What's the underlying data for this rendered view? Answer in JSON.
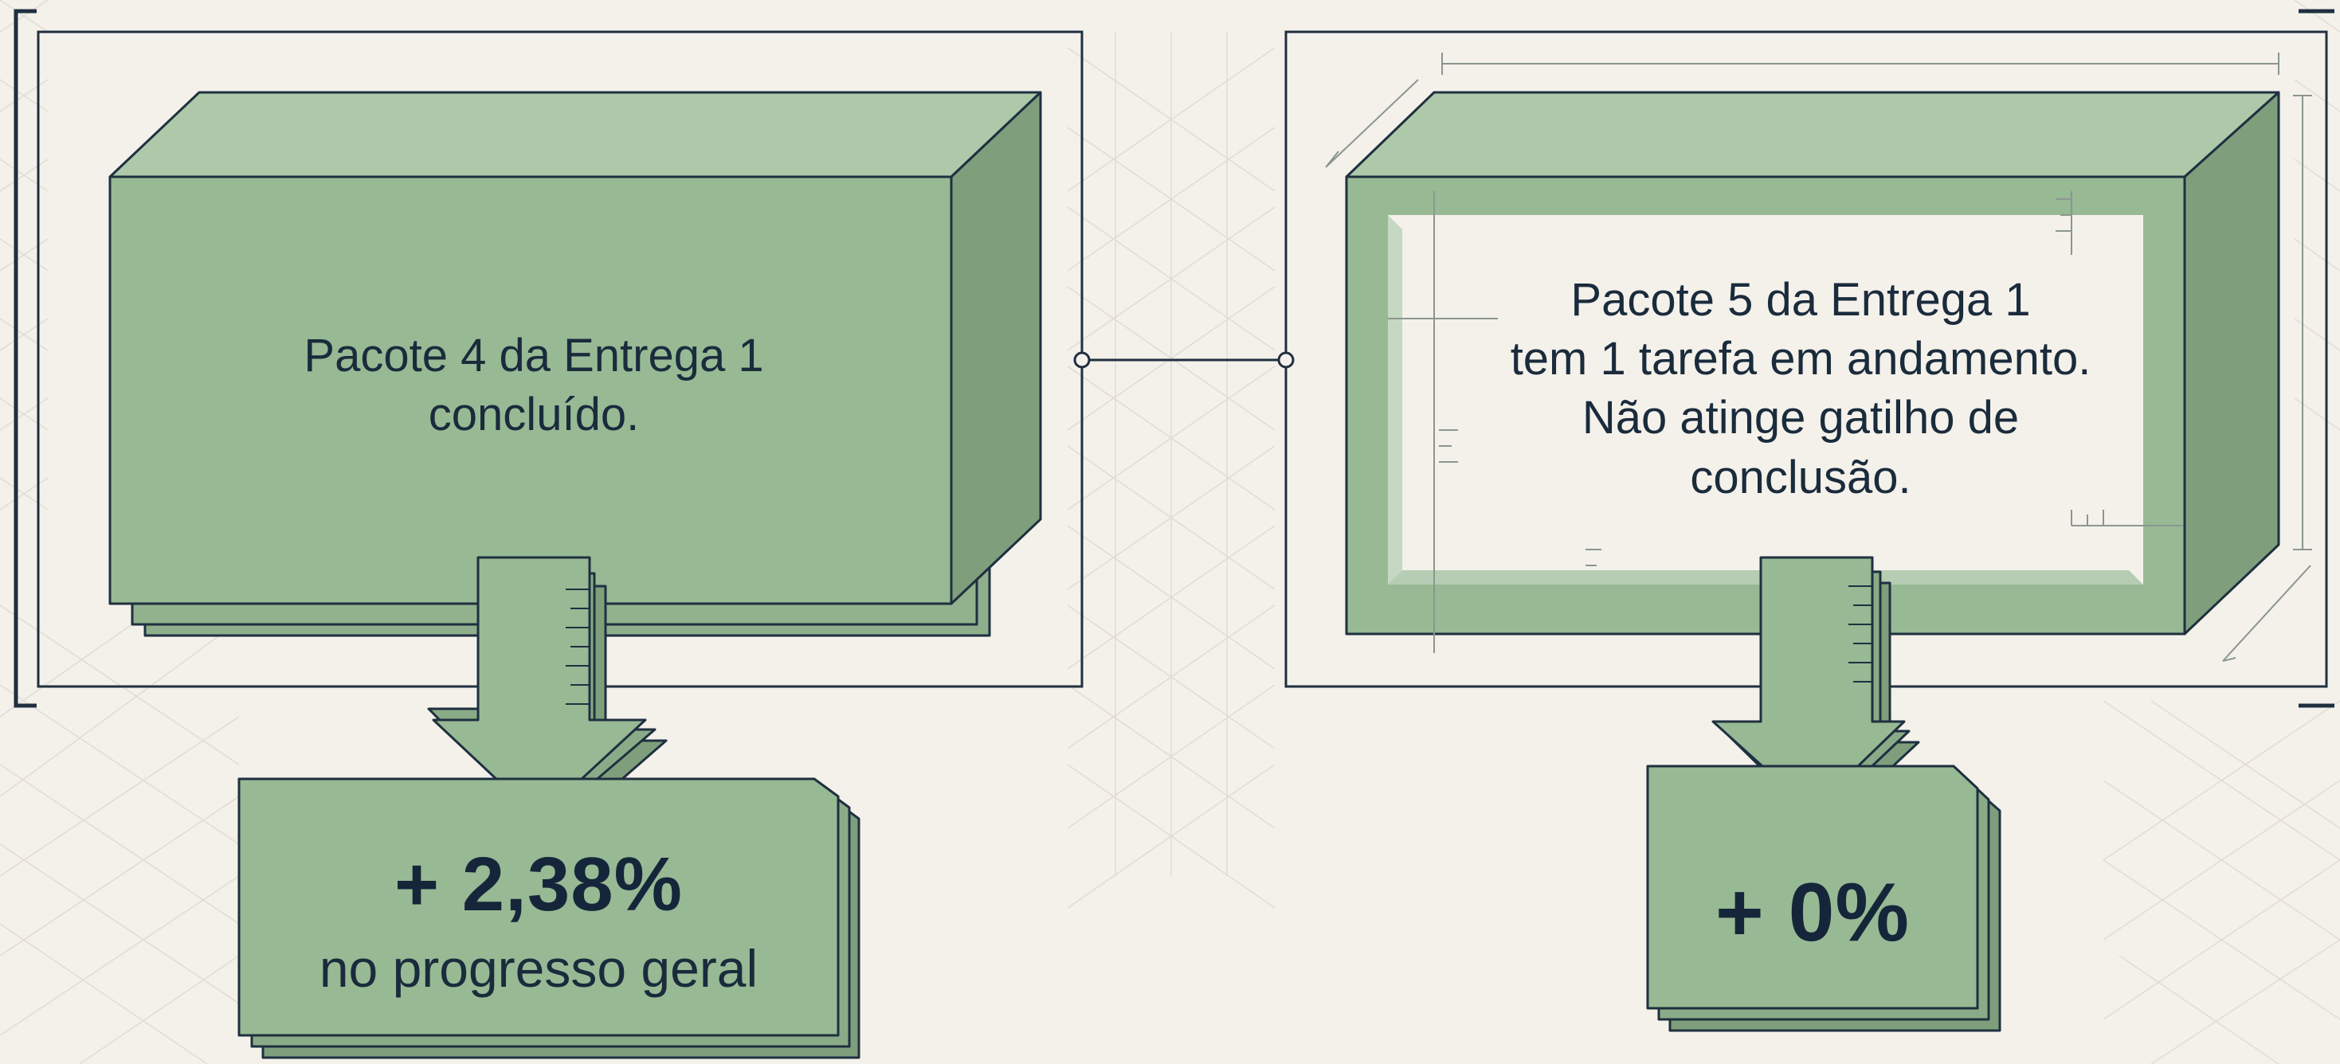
{
  "left_card": {
    "lines": [
      "Pacote 4 da Entrega 1",
      "concluído."
    ],
    "result_value": "+ 2,38%",
    "result_caption": "no progresso geral"
  },
  "right_card": {
    "lines": [
      "Pacote 5 da Entrega 1",
      "tem 1 tarefa em andamento.",
      "Não atinge gatilho de",
      "conclusão."
    ],
    "result_value": "+ 0%"
  },
  "colors": {
    "background": "#f4f1ea",
    "box_green": "#97b994",
    "box_top": "#adc9a9",
    "box_side": "#7f9f7c",
    "outline": "#1f3040",
    "text": "#1a2b3c"
  }
}
